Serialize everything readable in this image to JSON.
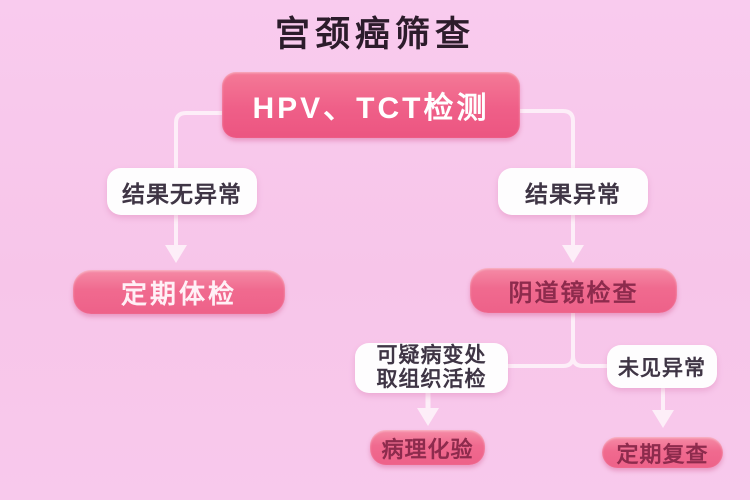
{
  "title": "宫颈癌筛查",
  "nodes": {
    "root": "HPV、TCT检测",
    "left_condition": "结果无异常",
    "left_result": "定期体检",
    "right_condition": "结果异常",
    "right_result": "阴道镜检查",
    "biopsy_line1": "可疑病变处",
    "biopsy_line2": "取组织活检",
    "biopsy_result": "病理化验",
    "clear_condition": "未见异常",
    "clear_result": "定期复查"
  },
  "colors": {
    "background": "#f7c6ea",
    "pink_box": "#ef6289",
    "pink_box_soft": "#f0708f",
    "white_box": "#fefdfe",
    "title_text": "#2c1c2b",
    "dark_label_text": "#3f3545",
    "maroon_text": "#8d2b4d",
    "white_text": "#ffffff",
    "connector": "#fdeef8"
  }
}
